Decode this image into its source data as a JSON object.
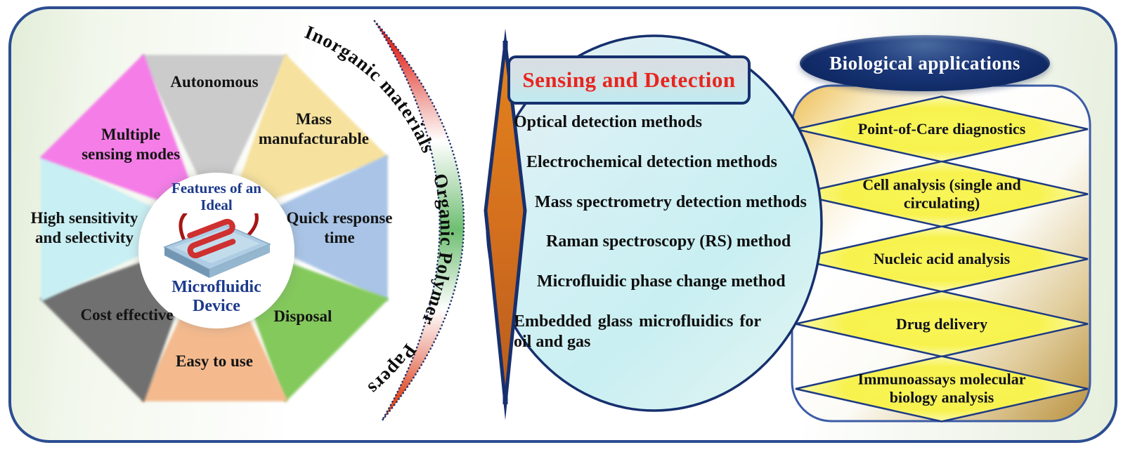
{
  "palette": {
    "navy": "#16306e",
    "frame_border": "#2c4d92",
    "title_red": "#e8251f",
    "kite_orange": "#d9731f",
    "arc_red": "#df2a1e",
    "arc_green": "#6fbf72",
    "diamond_yellow": "#f6f14a",
    "panel_gold": "#c2984a",
    "circle_cyan": "#cdeef5"
  },
  "pinwheel": {
    "center_title": "Features of an\nIdeal",
    "center_subtitle": "Microfluidic\nDevice",
    "center_icon": "microfluidic-chip-icon",
    "slices": [
      {
        "label": "Autonomous",
        "color": "#cbcbcb"
      },
      {
        "label": "Mass\nmanufacturable",
        "color": "#f6e19e"
      },
      {
        "label": "Quick response\ntime",
        "color": "#a9c4e6"
      },
      {
        "label": "Disposal",
        "color": "#84c95b"
      },
      {
        "label": "Easy to use",
        "color": "#f4ba8e"
      },
      {
        "label": "Cost effective",
        "color": "#6f6f6f"
      },
      {
        "label": "High sensitivity\nand selectivity",
        "color": "#c8eff3"
      },
      {
        "label": "Multiple\nsensing modes",
        "color": "#f57de8"
      }
    ]
  },
  "materials_arc": {
    "labels": [
      "Inorganic materials",
      "Organic Polymers",
      "Papers"
    ]
  },
  "sensing": {
    "title": "Sensing and Detection",
    "methods": [
      "Optical detection methods",
      "Electrochemical detection methods",
      "Mass spectrometry detection methods",
      "Raman spectroscopy (RS) method",
      "Microfluidic phase change method",
      "Embedded glass microfluidics for oil and gas"
    ]
  },
  "biological": {
    "title": "Biological applications",
    "items": [
      "Point-of-Care diagnostics",
      "Cell analysis (single and\ncirculating)",
      "Nucleic acid analysis",
      "Drug delivery",
      "Immunoassays molecular\nbiology analysis"
    ]
  }
}
